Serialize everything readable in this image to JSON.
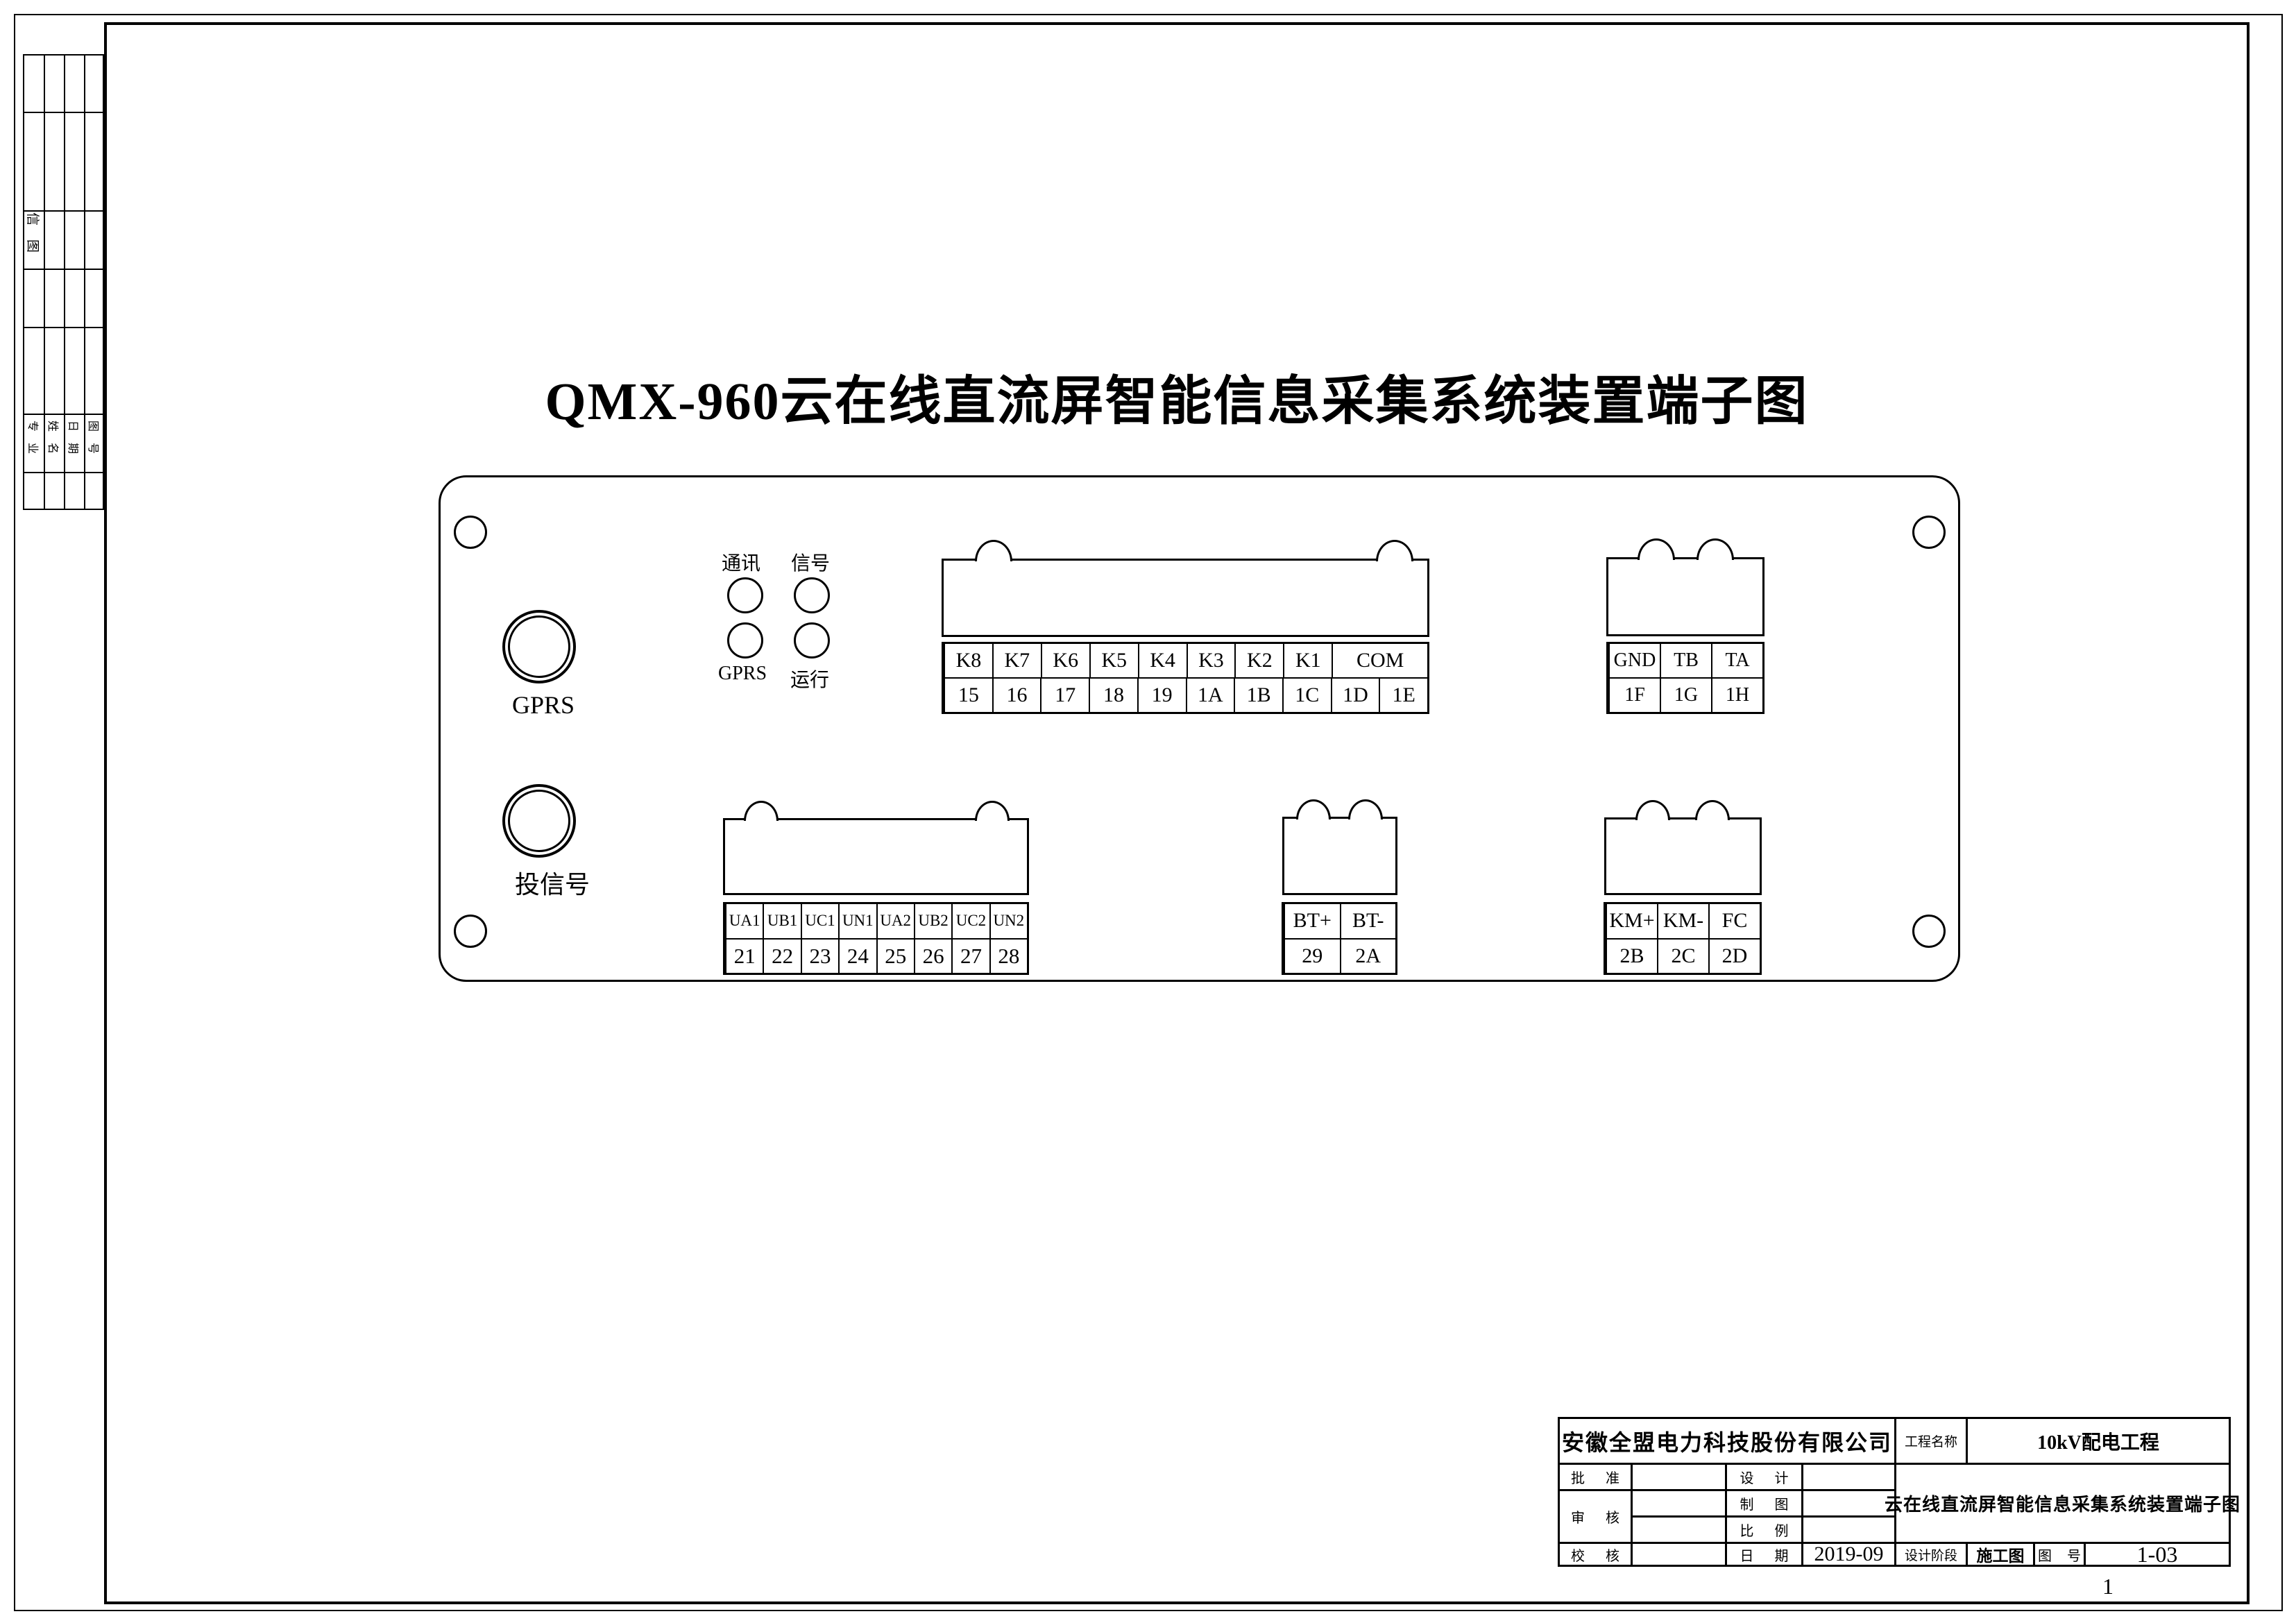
{
  "sheet": {
    "heading": "QMX-960云在线直流屏智能信息采集系统装置端子图",
    "page_number": "1"
  },
  "left_strip": {
    "mid_label": "信图",
    "header_labels": [
      "专业",
      "姓名",
      "日期",
      "图号"
    ]
  },
  "panel": {
    "leds": [
      {
        "label": "通讯"
      },
      {
        "label": "信号"
      },
      {
        "label": "GPRS"
      },
      {
        "label": "运行"
      }
    ],
    "connectors": [
      {
        "label": "GPRS"
      },
      {
        "label": "投信号"
      }
    ],
    "terminal_blocks": [
      {
        "name": "relay-output-block",
        "labels": [
          "K8",
          "K7",
          "K6",
          "K5",
          "K4",
          "K3",
          "K2",
          "K1",
          "COM"
        ],
        "pins": [
          "15",
          "16",
          "17",
          "18",
          "19",
          "1A",
          "1B",
          "1C",
          "1D",
          "1E"
        ]
      },
      {
        "name": "comm-block",
        "labels": [
          "GND",
          "TB",
          "TA"
        ],
        "pins": [
          "1F",
          "1G",
          "1H"
        ]
      },
      {
        "name": "voltage-input-block",
        "labels": [
          "UA1",
          "UB1",
          "UC1",
          "UN1",
          "UA2",
          "UB2",
          "UC2",
          "UN2"
        ],
        "pins": [
          "21",
          "22",
          "23",
          "24",
          "25",
          "26",
          "27",
          "28"
        ]
      },
      {
        "name": "battery-block",
        "labels": [
          "BT+",
          "BT-"
        ],
        "pins": [
          "29",
          "2A"
        ]
      },
      {
        "name": "km-fc-block",
        "labels": [
          "KM+",
          "KM-",
          "FC"
        ],
        "pins": [
          "2B",
          "2C",
          "2D"
        ]
      }
    ]
  },
  "title_block": {
    "company": "安徽全盟电力科技股份有限公司",
    "project_label": "工程名称",
    "project_value": "10kV配电工程",
    "drawing_title": "云在线直流屏智能信息采集系统装置端子图",
    "approve_label": "批准",
    "review_label": "审核",
    "check_label": "校核",
    "design_label": "设计",
    "draft_label": "制图",
    "scale_label": "比例",
    "date_label": "日期",
    "date_value": "2019-09",
    "stage_label": "设计阶段",
    "stage_value": "施工图",
    "no_label": "图号",
    "no_value": "1-03"
  }
}
